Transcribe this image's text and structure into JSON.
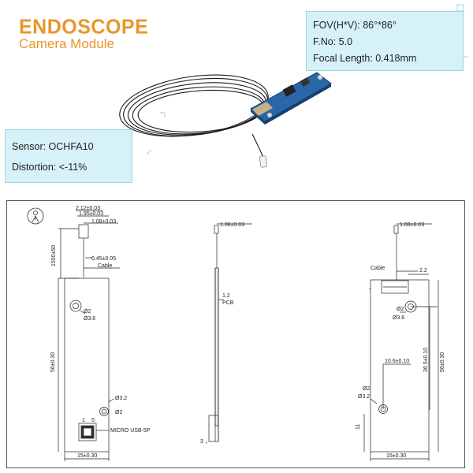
{
  "header": {
    "title": "ENDOSCOPE",
    "subtitle": "Camera Module"
  },
  "specs_top": {
    "fov": "FOV(H*V): 86°*86°",
    "fno": "F.No: 5.0",
    "focal": "Focal Length: 0.418mm"
  },
  "specs_left": {
    "sensor": "Sensor: OCHFA10",
    "distortion": "Distortion: <-11%"
  },
  "drawing": {
    "left": {
      "d1": "2.12±0.03",
      "d2": "1.95±0.03",
      "d3": "1.08±0.03",
      "d4": "1500±50",
      "d5": "0.45±0.05",
      "cable": "Cable",
      "hole1a": "Ø2",
      "hole1b": "Ø3.6",
      "height": "56±0.30",
      "hole2a": "Ø3.2",
      "hole2b": "Ø2",
      "pin1": "1",
      "pin5": "5",
      "usb": "MICRO USB-5P",
      "width": "15±0.30"
    },
    "middle": {
      "d1": "1.08±0.03",
      "pcb_thk": "1.2",
      "pcb": "PCB",
      "bottom": "3"
    },
    "right": {
      "d1": "1.08±0.03",
      "cable": "Cable",
      "d22": "2.2",
      "hole1a": "Ø2",
      "hole1b": "Ø3.6",
      "v1": "36.5±0.10",
      "v2": "56±0.30",
      "h1": "10.6±0.10",
      "hole2a": "Ø2",
      "hole2b": "Ø3.2",
      "v3": "11",
      "width": "15±0.30"
    }
  }
}
